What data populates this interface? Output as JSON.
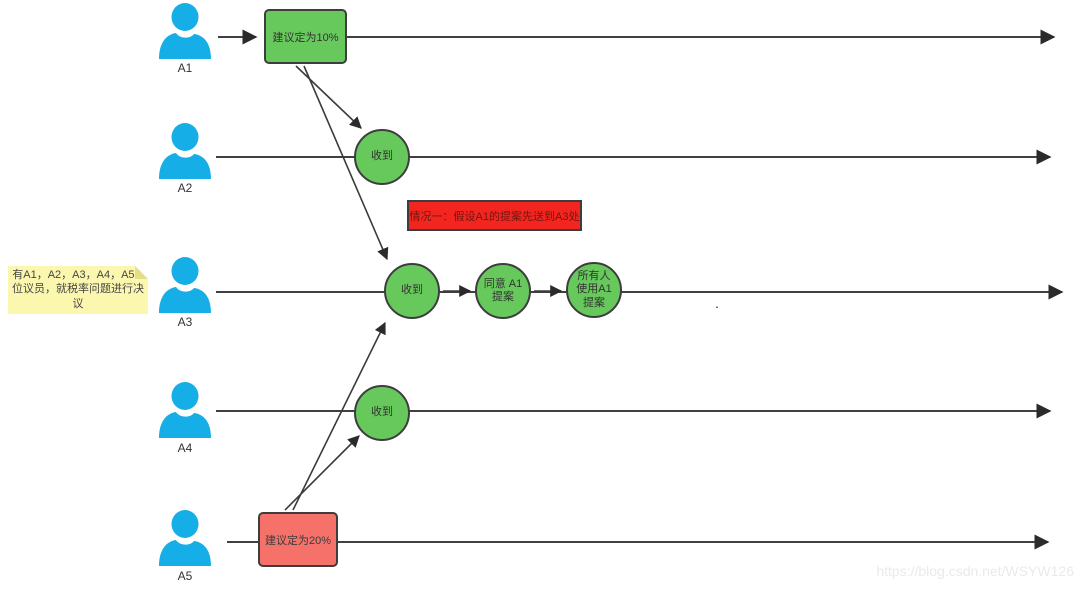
{
  "actors": [
    {
      "label": "A1"
    },
    {
      "label": "A2"
    },
    {
      "label": "A3"
    },
    {
      "label": "A4"
    },
    {
      "label": "A5"
    }
  ],
  "nodes": {
    "propose10": {
      "label": "建议定为10%"
    },
    "propose20": {
      "label": "建议定为20%"
    },
    "received": {
      "label": "收到"
    },
    "agree": {
      "label": "同意 A1\n提案"
    },
    "all_use": {
      "label": "所有人\n使用A1\n提案"
    }
  },
  "banner": {
    "text": "情况一：假设A1的提案先送到A3处"
  },
  "note": {
    "text": "有A1，A2，A3，A4，A5 5\n位议员，就税率问题进行决\n议"
  },
  "dot": ".",
  "watermark": "https://blog.csdn.net/WSYW126",
  "colors": {
    "actor_blue": "#15AEE6",
    "node_green": "#67C95C",
    "banner_red": "#F3261F",
    "proposal_salmon": "#F5716A",
    "note_yellow": "#FBF7AE",
    "stroke_dark": "#3D3D3D"
  }
}
